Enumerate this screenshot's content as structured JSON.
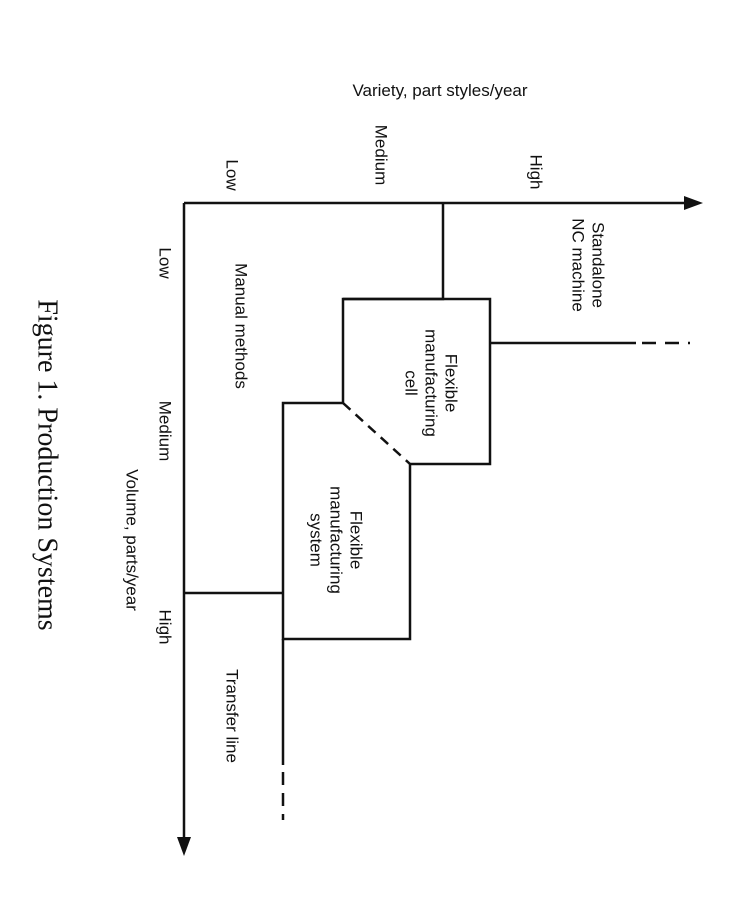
{
  "variety_axis": {
    "title": "Variety, part styles/year",
    "ticks": [
      "Low",
      "Medium",
      "High"
    ]
  },
  "volume_axis": {
    "title": "Volume, parts/year",
    "ticks": [
      "Low",
      "Medium",
      "High"
    ]
  },
  "regions": {
    "standalone": [
      "Standalone",
      "NC machine"
    ],
    "cell": [
      "Flexible",
      "manufacturing",
      "cell"
    ],
    "system": [
      "Flexible",
      "manufacturing",
      "system"
    ],
    "manual": "Manual methods",
    "transfer": "Transfer line"
  },
  "caption": "Figure 1. Production Systems",
  "colors": {
    "line": "#111111",
    "background": "#ffffff"
  }
}
